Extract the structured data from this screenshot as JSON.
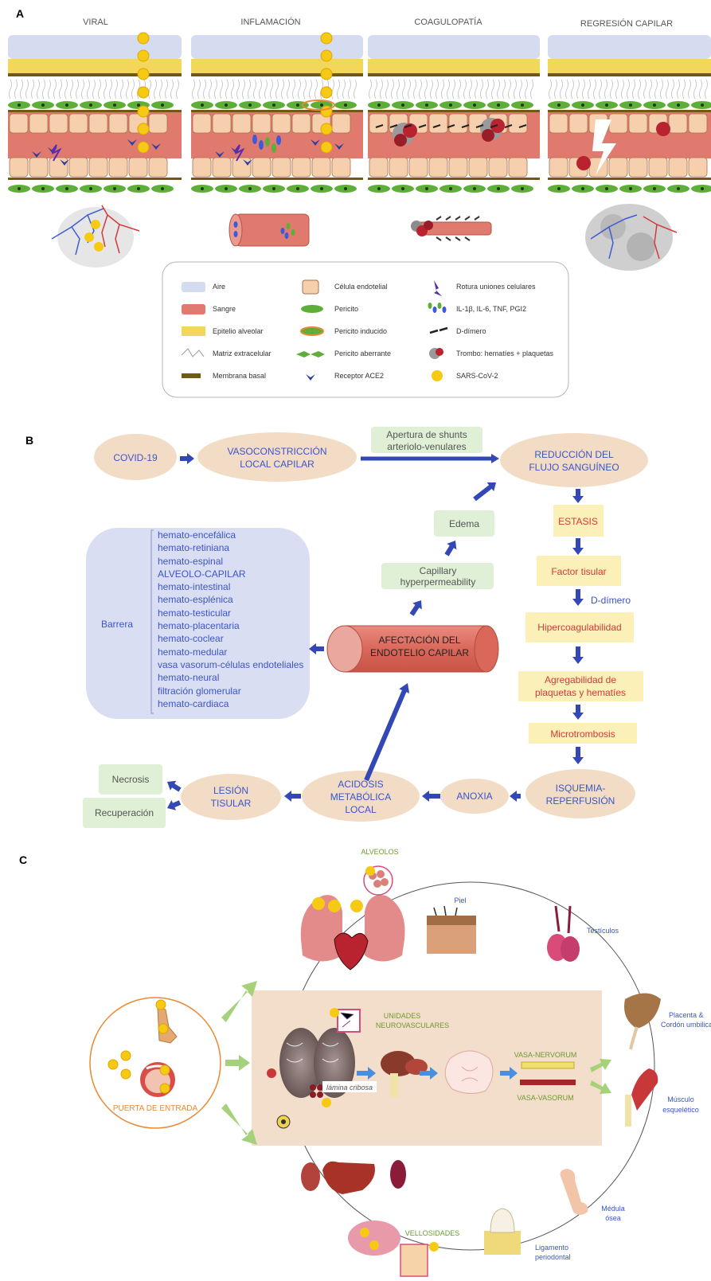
{
  "panelA": {
    "letter": "A",
    "titles": [
      "VIRAL",
      "INFLAMACIÓN",
      "COAGULOPATÍA",
      "REGRESIÓN CAPILAR"
    ],
    "legend": {
      "col1": [
        "Aire",
        "Sangre",
        "Epitelio alveolar",
        "Matriz extracelular",
        "Membrana basal"
      ],
      "col2": [
        "Célula endotelial",
        "Pericito",
        "Pericito inducido",
        "Pericito aberrante",
        "Receptor ACE2"
      ],
      "col3": [
        "Rotura uniones celulares",
        "IL-1β, IL-6, TNF, PGI2",
        "D-dímero",
        "Trombo: hematíes + plaquetas",
        "SARS-CoV-2"
      ]
    },
    "colors": {
      "air": "#d6dcf0",
      "blood": "#e07a6e",
      "epithelium": "#f3d75a",
      "endothelial": "#f6cfae",
      "pericyte": "#5fae3a",
      "basal": "#6e5a14",
      "ace2": "#2f3d9b",
      "virus": "#f6c915"
    }
  },
  "panelB": {
    "letter": "B",
    "covid": "COVID-19",
    "vaso": [
      "VASOCONSTRICCIÓN",
      "LOCAL CAPILAR"
    ],
    "shunts": [
      "Apertura de shunts",
      "arteriolo-venulares"
    ],
    "reduccion": [
      "REDUCCIÓN DEL",
      "FLUJO SANGUÍNEO"
    ],
    "estasis": "ESTASIS",
    "factor": "Factor tisular",
    "ddimero": "D-dímero",
    "hiper": "Hipercoagulabilidad",
    "agreg": [
      "Agregabilidad de",
      "plaquetas y hematíes"
    ],
    "micro": "Microtrombosis",
    "isquemia": [
      "ISQUEMIA-",
      "REPERFUSIÓN"
    ],
    "anoxia": "ANOXIA",
    "acidosis": [
      "ACIDOSIS",
      "METABÓLICA",
      "LOCAL"
    ],
    "lesion": [
      "LESIÓN",
      "TISULAR"
    ],
    "necrosis": "Necrosis",
    "recuperacion": "Recuperación",
    "edema": "Edema",
    "capillary": [
      "Capillary",
      "hyperpermeability"
    ],
    "afectacion": [
      "AFECTACIÓN DEL",
      "ENDOTELIO CAPILAR"
    ],
    "barrera_label": "Barrera",
    "barreras": [
      "hemato-encefálica",
      "hemato-retiniana",
      "hemato-espinal",
      "ALVEOLO-CAPILAR",
      "hemato-intestinal",
      "hemato-esplénica",
      "hemato-testicular",
      "hemato-placentaria",
      "hemato-coclear",
      "hemato-medular",
      "vasa vasorum-células endoteliales",
      "hemato-neural",
      "filtración glomerular",
      "hemato-cardiaca"
    ]
  },
  "panelC": {
    "letter": "C",
    "alveolos": "ALVEOLOS",
    "piel": "Piel",
    "testiculos": "Testículos",
    "placenta": [
      "Placenta &",
      "Cordón umbilical"
    ],
    "musculo": [
      "Músculo",
      "esquelético"
    ],
    "medula": [
      "Médula",
      "ósea"
    ],
    "ligamento": [
      "Ligamento",
      "periodontal"
    ],
    "vellosidades": "VELLOSIDADES",
    "puerta": "PUERTA DE ENTRADA",
    "unidades": [
      "UNIDADES",
      "NEUROVASCULARES"
    ],
    "lamina": "lámina cribosa",
    "vasa_nervorum": "VASA-NERVORUM",
    "vasa_vasorum": "VASA-VASORUM"
  }
}
